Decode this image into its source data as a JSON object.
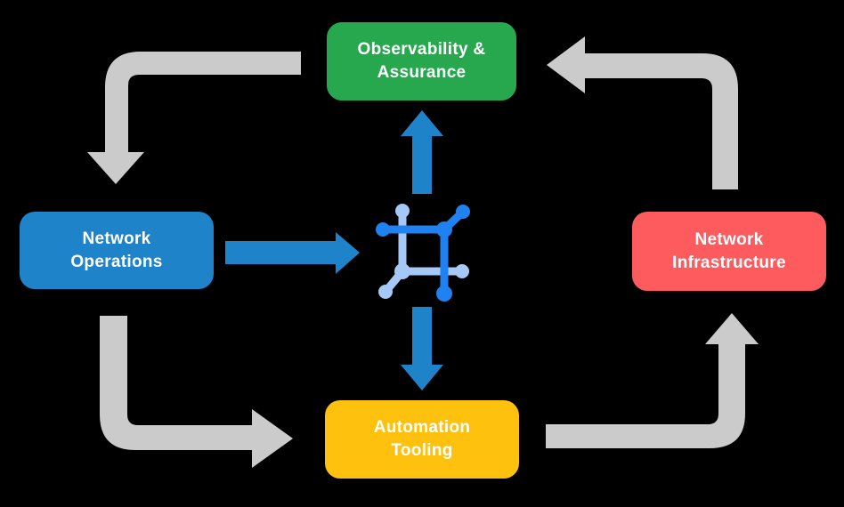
{
  "canvas": {
    "background": "#000000"
  },
  "colors": {
    "arrow_gray": "#cbcbcb",
    "arrow_blue": "#1e83c9",
    "icon_dark_blue": "#1f82f0",
    "icon_light_blue": "#a6c8f7",
    "text": "#ffffff"
  },
  "nodes": {
    "top": {
      "line1": "Observability &",
      "line2": "Assurance",
      "color": "#28a84e"
    },
    "left": {
      "line1": "Network",
      "line2": "Operations",
      "color": "#1e83c9"
    },
    "right": {
      "line1": "Network",
      "line2": "Infrastructure",
      "color": "#fe5b5f"
    },
    "bottom": {
      "line1": "Automation",
      "line2": "Tooling",
      "color": "#fec10e"
    }
  },
  "center_icon": {
    "name": "network-fabric-icon"
  },
  "flows": {
    "gray_cycle": [
      {
        "from": "Observability & Assurance",
        "to": "Network Operations",
        "direction": "down"
      },
      {
        "from": "Network Operations",
        "to": "Automation Tooling",
        "direction": "right"
      },
      {
        "from": "Automation Tooling",
        "to": "Network Infrastructure",
        "direction": "up"
      },
      {
        "from": "Network Infrastructure",
        "to": "Observability & Assurance",
        "direction": "left"
      }
    ],
    "blue_arrows": [
      {
        "from": "Network Operations",
        "to": "center icon",
        "direction": "right"
      },
      {
        "from": "center icon",
        "to": "Observability & Assurance",
        "direction": "up"
      },
      {
        "from": "center icon",
        "to": "Automation Tooling",
        "direction": "down"
      }
    ]
  }
}
